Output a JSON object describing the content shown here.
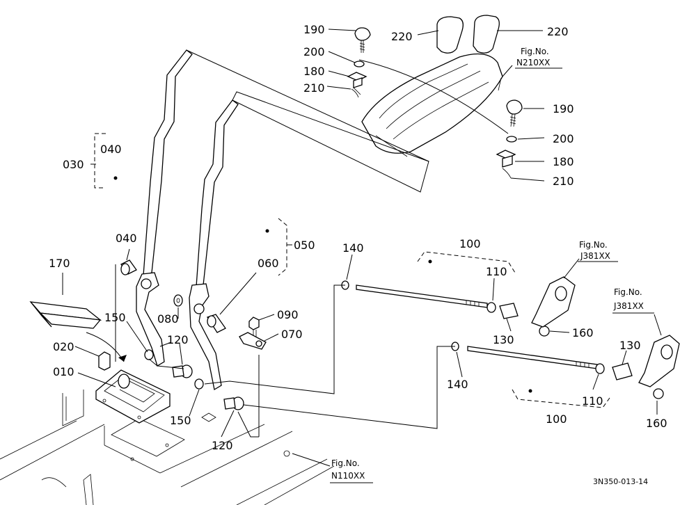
{
  "part_labels": [
    {
      "id": "l190a",
      "text": "190"
    },
    {
      "id": "l200a",
      "text": "200"
    },
    {
      "id": "l180a",
      "text": "180"
    },
    {
      "id": "l210a",
      "text": "210"
    },
    {
      "id": "l220a",
      "text": "220"
    },
    {
      "id": "l220b",
      "text": "220"
    },
    {
      "id": "l190b",
      "text": "190"
    },
    {
      "id": "l200b",
      "text": "200"
    },
    {
      "id": "l180b",
      "text": "180"
    },
    {
      "id": "l210b",
      "text": "210"
    },
    {
      "id": "l040a",
      "text": "040"
    },
    {
      "id": "l030",
      "text": "030"
    },
    {
      "id": "l040b",
      "text": "040"
    },
    {
      "id": "l050",
      "text": "050"
    },
    {
      "id": "l060",
      "text": "060"
    },
    {
      "id": "l170",
      "text": "170"
    },
    {
      "id": "l080",
      "text": "080"
    },
    {
      "id": "l090",
      "text": "090"
    },
    {
      "id": "l070",
      "text": "070"
    },
    {
      "id": "l150a",
      "text": "150"
    },
    {
      "id": "l020",
      "text": "020"
    },
    {
      "id": "l010",
      "text": "010"
    },
    {
      "id": "l120a",
      "text": "120"
    },
    {
      "id": "l150b",
      "text": "150"
    },
    {
      "id": "l120b",
      "text": "120"
    },
    {
      "id": "l140a",
      "text": "140"
    },
    {
      "id": "l100a",
      "text": "100"
    },
    {
      "id": "l110a",
      "text": "110"
    },
    {
      "id": "l130a",
      "text": "130"
    },
    {
      "id": "l160a",
      "text": "160"
    },
    {
      "id": "l140b",
      "text": "140"
    },
    {
      "id": "l110b",
      "text": "110"
    },
    {
      "id": "l100b",
      "text": "100"
    },
    {
      "id": "l130b",
      "text": "130"
    },
    {
      "id": "l160b",
      "text": "160"
    }
  ],
  "figure_refs": [
    {
      "id": "ref_n210",
      "line1": "Fig.No.",
      "line2": "N210XX"
    },
    {
      "id": "ref_j381a",
      "line1": "Fig.No.",
      "line2": "J381XX"
    },
    {
      "id": "ref_j381b",
      "line1": "Fig.No.",
      "line2": "J381XX"
    },
    {
      "id": "ref_n110",
      "line1": "Fig.No.",
      "line2": "N110XX"
    }
  ],
  "drawing_code": "3N350-013-14"
}
